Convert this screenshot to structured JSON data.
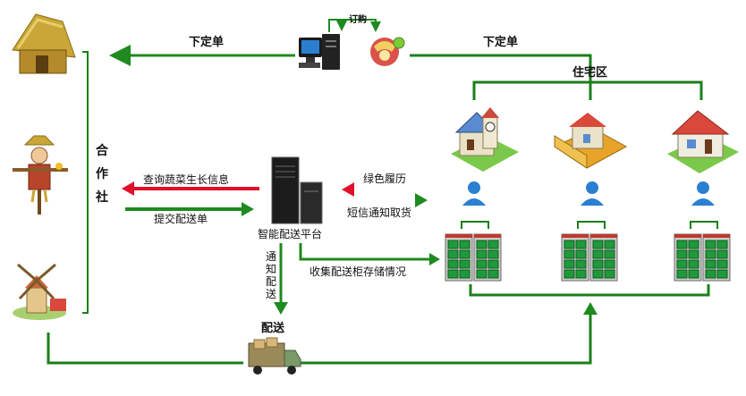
{
  "top": {
    "order_label": "订购",
    "left_order": "下定单",
    "right_order": "下定单",
    "residential": "住宅区"
  },
  "coop": {
    "chars": [
      "合",
      "作",
      "社"
    ]
  },
  "middle": {
    "query_growth": "查询蔬菜生长信息",
    "submit_delivery": "提交配送单",
    "platform": "智能配送平台",
    "green_resume": "绿色履历",
    "sms_pickup": "短信通知取货"
  },
  "lower": {
    "notify_chars": [
      "通",
      "知",
      "配",
      "送"
    ],
    "collect_storage": "收集配送柜存储情况",
    "delivery": "配送"
  },
  "icons": {
    "left_top": "straw-hut-icon",
    "left_mid": "scarecrow-icon",
    "left_bot": "windmill-icon",
    "computer": "desktop-computer-icon",
    "phone": "telephone-icon",
    "server": "server-tower-icon",
    "house": "house-icon",
    "user": "user-icon",
    "locker": "storage-locker-icon",
    "truck": "delivery-truck-icon"
  },
  "colors": {
    "green": "#1f8a1f",
    "red": "#e0102a",
    "line_green": "#1b7f1b"
  }
}
